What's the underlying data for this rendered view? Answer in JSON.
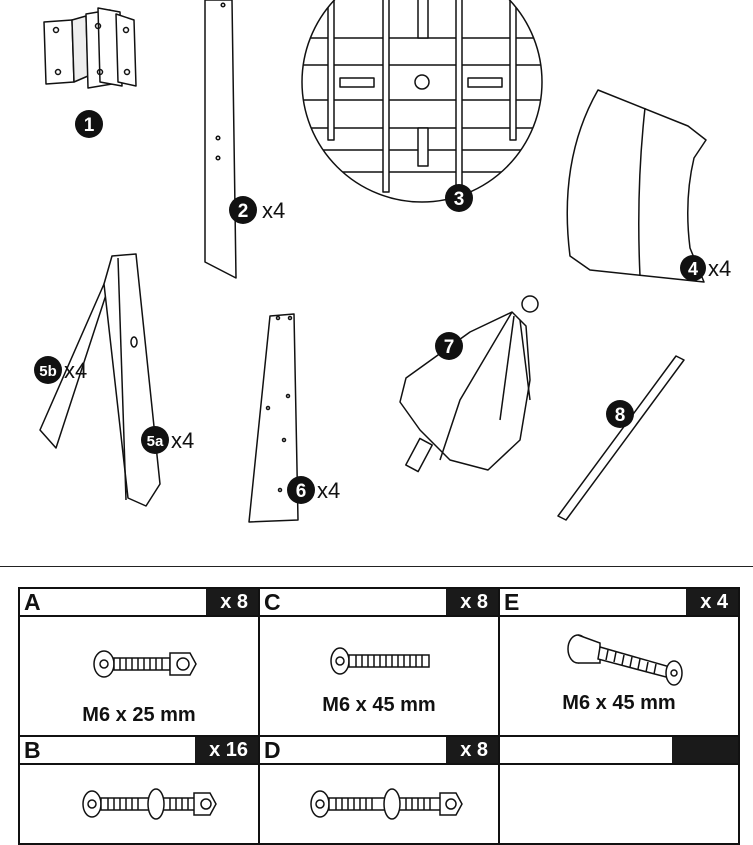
{
  "parts": [
    {
      "number": "1",
      "quantity": ""
    },
    {
      "number": "2",
      "quantity": "x4"
    },
    {
      "number": "3",
      "quantity": ""
    },
    {
      "number": "4",
      "quantity": "x4"
    },
    {
      "number": "5b",
      "quantity": "x4"
    },
    {
      "number": "5a",
      "quantity": "x4"
    },
    {
      "number": "6",
      "quantity": "x4"
    },
    {
      "number": "7",
      "quantity": ""
    },
    {
      "number": "8",
      "quantity": ""
    }
  ],
  "hardware": [
    {
      "letter": "A",
      "quantity": "x 8",
      "size": "M6 x 25 mm"
    },
    {
      "letter": "C",
      "quantity": "x 8",
      "size": "M6 x 45 mm"
    },
    {
      "letter": "E",
      "quantity": "x 4",
      "size": "M6 x 45 mm"
    },
    {
      "letter": "B",
      "quantity": "x 16",
      "size": ""
    },
    {
      "letter": "D",
      "quantity": "x 8",
      "size": ""
    },
    {
      "letter": "",
      "quantity": "",
      "size": ""
    }
  ]
}
